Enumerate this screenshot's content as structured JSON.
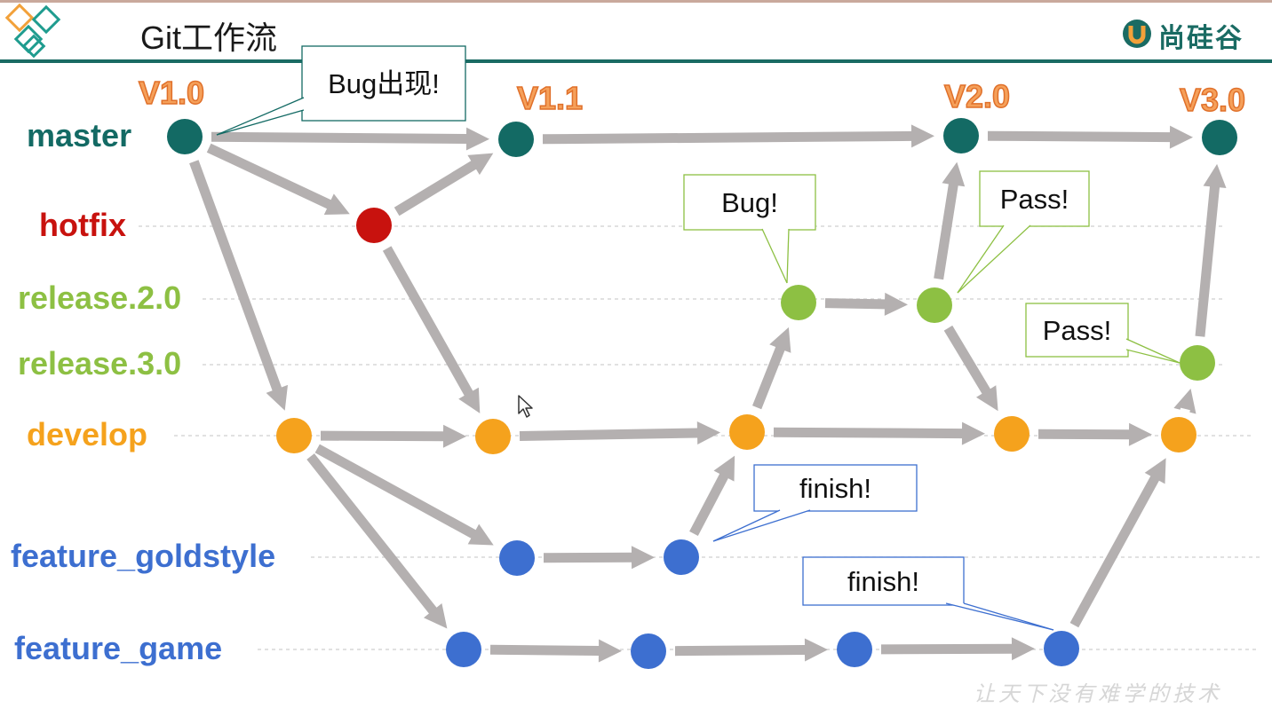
{
  "title": "Git工作流",
  "logo": {
    "text": "尚硅谷",
    "icon": "u-logo-icon"
  },
  "watermark": "让天下没有难学的技术",
  "header_icon": "diamond-lattice-icon",
  "colors": {
    "master": "#136a64",
    "hotfix": "#c8120e",
    "release": "#8dc043",
    "develop": "#f5a21d",
    "feature": "#3d6fd0",
    "arrow": "#b4b0b0",
    "version": "#f5a05a",
    "callout_green": "#8dc043",
    "callout_blue": "#3d6fd0",
    "callout_teal": "#136a64"
  },
  "branches": [
    {
      "key": "master",
      "label": "master"
    },
    {
      "key": "hotfix",
      "label": "hotfix"
    },
    {
      "key": "release20",
      "label": "release.2.0"
    },
    {
      "key": "release30",
      "label": "release.3.0"
    },
    {
      "key": "develop",
      "label": "develop"
    },
    {
      "key": "goldstyle",
      "label": "feature_goldstyle"
    },
    {
      "key": "game",
      "label": "feature_game"
    }
  ],
  "versions": [
    "V1.0",
    "V1.1",
    "V2.0",
    "V3.0"
  ],
  "callouts": [
    "Bug出现!",
    "Bug!",
    "Pass!",
    "Pass!",
    "finish!",
    "finish!"
  ]
}
